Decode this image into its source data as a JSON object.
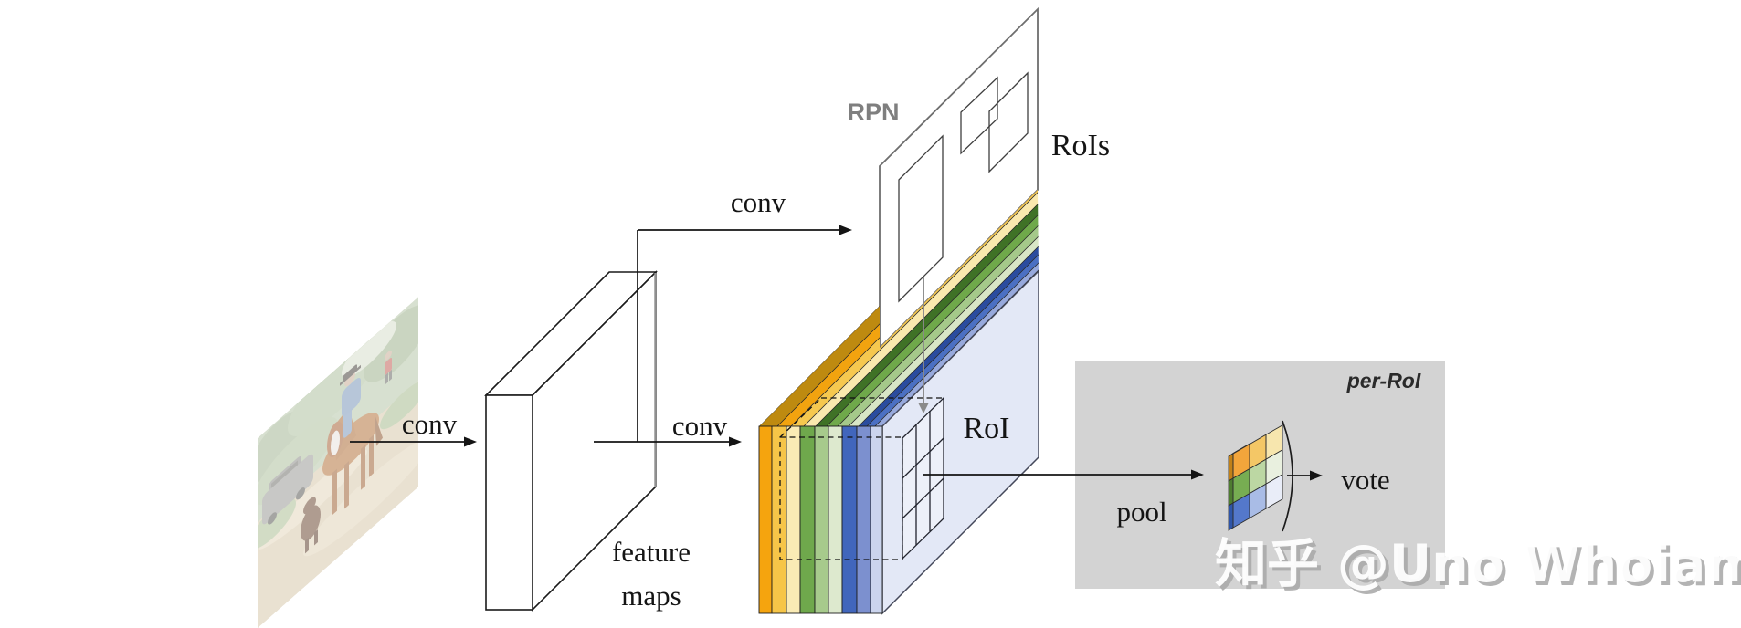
{
  "figure": {
    "labels": {
      "conv1": "conv",
      "conv2": "conv",
      "conv_rpn": "conv",
      "rpn": "RPN",
      "rois": "RoIs",
      "roi": "RoI",
      "feature_maps_line1": "feature",
      "feature_maps_line2": "maps",
      "pool": "pool",
      "vote": "vote",
      "per_roi": "per-RoI"
    },
    "watermark": "知乎 @Uno Whoiam",
    "colors": {
      "panel_bg": "#d3d3d3",
      "plane_fill": "#ffffff",
      "plane_edge": "#6e6e6e",
      "score_plane_fill": "#e3e8f6",
      "score_plane_edge": "#44485a",
      "rpn_label": "#7f7f7f",
      "gray_arrow": "#8a8a8a",
      "arrow_black": "#141414",
      "watermark_fill": "#ffffff",
      "watermark_shadow": "#ababab"
    },
    "score_maps": {
      "front_stripe_colors": [
        "#f5a40e",
        "#f6c548",
        "#faebb5",
        "#6fa84c",
        "#a7ca8c",
        "#dde9ce",
        "#4166bc",
        "#7c90cf",
        "#cbd4ed"
      ],
      "top_band_colors": [
        "#be8a10",
        "#f2a30f",
        "#f6c84f",
        "#fae9ae",
        "#3f7226",
        "#6fa94a",
        "#a5c98a",
        "#d8e6c6",
        "#2a4c9f",
        "#4b70c3",
        "#97a9dc",
        "#dce2f3"
      ]
    },
    "pooled_grid": {
      "rows": [
        [
          "#f2a53b",
          "#f4c766",
          "#f7e6ae"
        ],
        [
          "#77ad52",
          "#bcd7a3",
          "#e9f0df"
        ],
        [
          "#5478cb",
          "#a9bce6",
          "#e9edf8"
        ]
      ],
      "side_strip_colors": [
        "#c08018",
        "#4e7c30",
        "#2f55a8"
      ],
      "top_bevel_color": "#8a6a14"
    }
  }
}
